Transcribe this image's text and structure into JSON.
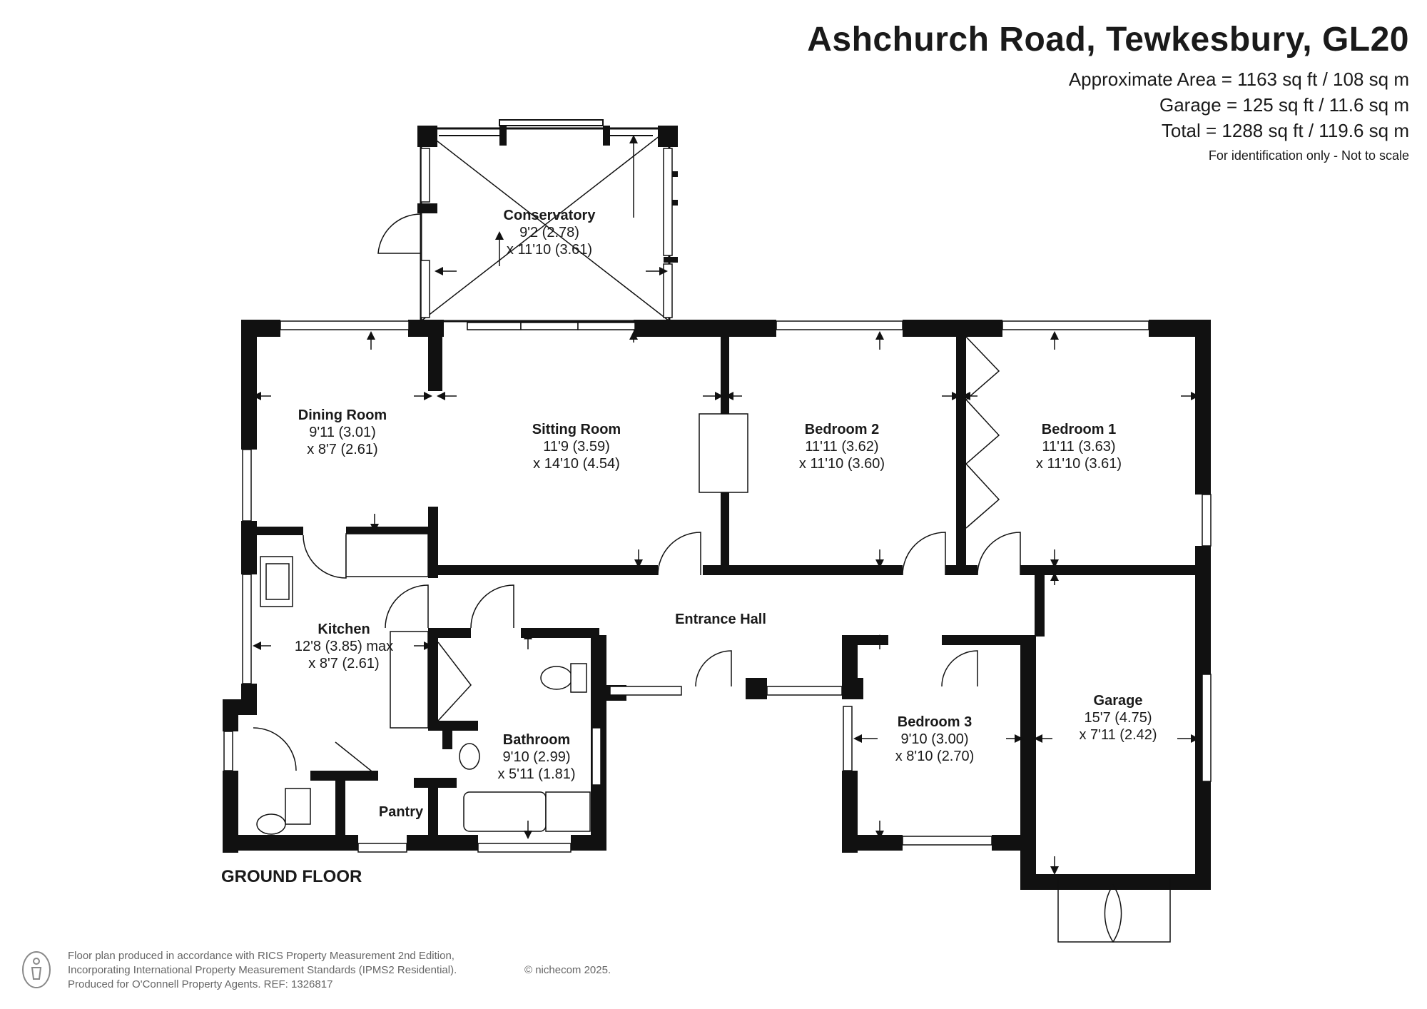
{
  "header": {
    "title": "Ashchurch Road, Tewkesbury, GL20",
    "approx_area": "Approximate Area = 1163 sq ft / 108 sq m",
    "garage_area": "Garage = 125 sq ft / 11.6 sq m",
    "total_area": "Total = 1288 sq ft / 119.6 sq m",
    "disclaimer": "For identification only - Not to scale"
  },
  "floor_label": "GROUND FLOOR",
  "rooms": {
    "conservatory": {
      "name": "Conservatory",
      "dim1": "9'2 (2.78)",
      "dim2": "x 11'10 (3.61)"
    },
    "dining": {
      "name": "Dining Room",
      "dim1": "9'11 (3.01)",
      "dim2": "x 8'7 (2.61)"
    },
    "sitting": {
      "name": "Sitting Room",
      "dim1": "11'9 (3.59)",
      "dim2": "x 14'10 (4.54)"
    },
    "bedroom2": {
      "name": "Bedroom 2",
      "dim1": "11'11 (3.62)",
      "dim2": "x 11'10 (3.60)"
    },
    "bedroom1": {
      "name": "Bedroom 1",
      "dim1": "11'11 (3.63)",
      "dim2": "x 11'10 (3.61)"
    },
    "kitchen": {
      "name": "Kitchen",
      "dim1": "12'8 (3.85) max",
      "dim2": "x 8'7 (2.61)"
    },
    "hall": {
      "name": "Entrance Hall"
    },
    "bathroom": {
      "name": "Bathroom",
      "dim1": "9'10 (2.99)",
      "dim2": "x 5'11 (1.81)"
    },
    "bedroom3": {
      "name": "Bedroom 3",
      "dim1": "9'10 (3.00)",
      "dim2": "x 8'10 (2.70)"
    },
    "garage": {
      "name": "Garage",
      "dim1": "15'7 (4.75)",
      "dim2": "x 7'11 (2.42)"
    },
    "pantry": {
      "name": "Pantry"
    }
  },
  "footer": {
    "line1": "Floor plan produced in accordance with RICS Property Measurement 2nd Edition,",
    "line2": "Incorporating International Property Measurement Standards (IPMS2 Residential).",
    "line3": "Produced for O'Connell Property Agents.   REF: 1326817",
    "copyright": "© nichecom 2025."
  },
  "colors": {
    "wall": "#111111",
    "footer_text": "#666666"
  }
}
